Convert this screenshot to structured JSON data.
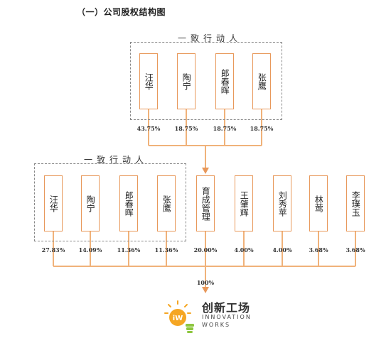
{
  "title": "（一）公司股权结构图",
  "top_group": {
    "label": "一致行动人",
    "boxes": [
      "汪华",
      "陶宁",
      "郎春晖",
      "张鹰"
    ],
    "percents": [
      "43.75%",
      "18.75%",
      "18.75%",
      "18.75%"
    ]
  },
  "bottom_group": {
    "label": "一致行动人",
    "boxes": [
      "汪华",
      "陶宁",
      "郎春晖",
      "张鹰"
    ],
    "percents": [
      "27.83%",
      "14.09%",
      "11.36%",
      "11.36%"
    ]
  },
  "others": {
    "boxes": [
      "育成管理",
      "王肇辉",
      "刘秀苹",
      "林莺",
      "李璞玉"
    ],
    "percents": [
      "20.00%",
      "4.00%",
      "4.00%",
      "3.68%",
      "3.68%"
    ]
  },
  "final_percent": "100%",
  "logo": {
    "chinese": "创新工场",
    "english_line1": "INNOVATION",
    "english_line2": "WORKS",
    "badge": "iW"
  },
  "colors": {
    "box_border": "#e8985a",
    "connector": "#f0b27a",
    "arrow": "#e8985a",
    "logo_orange": "#f5a623",
    "logo_green": "#8dc63f"
  }
}
